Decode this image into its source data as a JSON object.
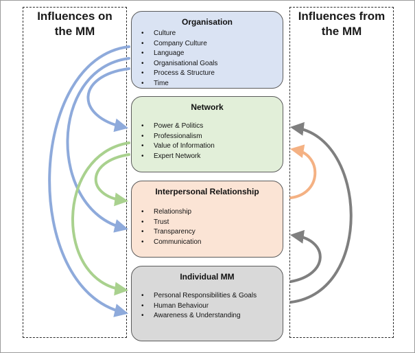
{
  "left_panel": {
    "title_line1": "Influences on",
    "title_line2": "the MM"
  },
  "right_panel": {
    "title_line1": "Influences from",
    "title_line2": "the MM"
  },
  "boxes": {
    "organisation": {
      "title": "Organisation",
      "items": [
        "Culture",
        "Company Culture",
        "Language",
        "Organisational Goals",
        "Process & Structure",
        "Time"
      ]
    },
    "network": {
      "title": "Network",
      "items": [
        "Power & Politics",
        "Professionalism",
        "Value of Information",
        "Expert Network"
      ]
    },
    "interpersonal": {
      "title": "Interpersonal Relationship",
      "items": [
        "Relationship",
        "Trust",
        "Transparency",
        "Communication"
      ]
    },
    "individual": {
      "title": "Individual MM",
      "items": [
        "Personal Responsibilities & Goals",
        "Human Behaviour",
        "Awareness & Understanding"
      ]
    }
  },
  "colors": {
    "organisation_fill": "#dae3f3",
    "network_fill": "#e2efd9",
    "interpersonal_fill": "#fbe4d5",
    "individual_fill": "#d9d9d9",
    "blue_arrow": "#8eaadb",
    "green_arrow": "#a9d18e",
    "orange_arrow": "#f4b183",
    "gray_arrow": "#7f7f7f"
  }
}
